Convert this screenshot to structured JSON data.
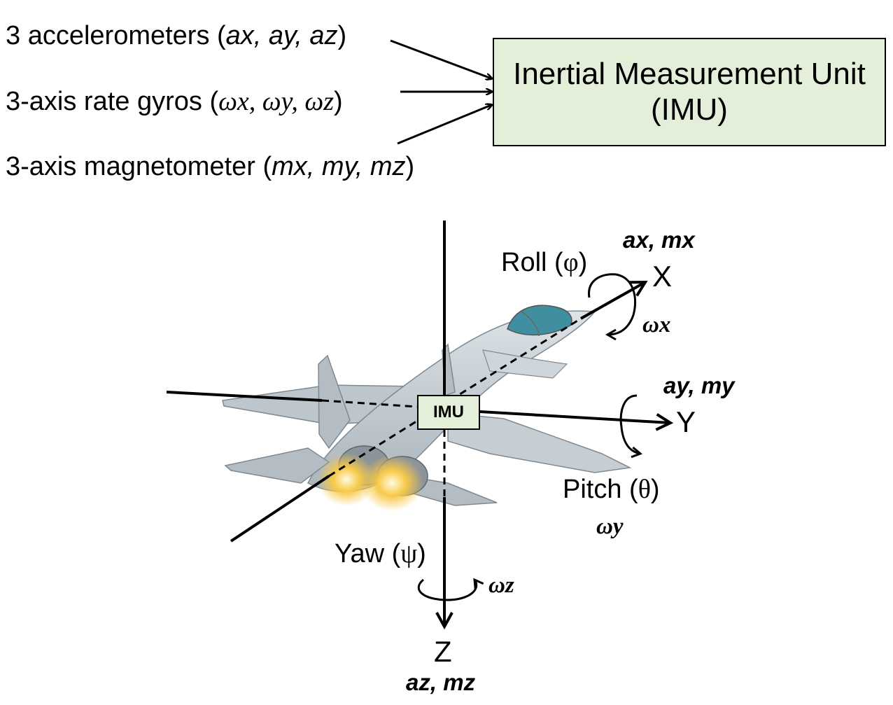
{
  "sensors": [
    {
      "prefix": "3 accelerometers (",
      "vars": "ax, ay, az",
      "suffix": ")"
    },
    {
      "prefix": "3-axis rate gyros (",
      "v1": "ωx, ",
      "v2": "ωy, ",
      "v3": "ωz",
      "suffix": ")"
    },
    {
      "prefix": "3-axis magnetometer (",
      "vars": "mx, my, mz",
      "suffix": ")"
    }
  ],
  "imu_box": {
    "line1": "Inertial Measurement Unit",
    "line2": "(IMU)"
  },
  "aircraft": {
    "imu_label": "IMU"
  },
  "axes": {
    "x": {
      "letter": "X",
      "sensors": "ax, mx",
      "rotation": "Roll (",
      "symbol": "φ",
      "close": ")",
      "rate": "ωx"
    },
    "y": {
      "letter": "Y",
      "sensors": "ay, my",
      "rotation": "Pitch (",
      "symbol": "θ",
      "close": ")",
      "rate": "ωy"
    },
    "z": {
      "letter": "Z",
      "sensors": "az, mz",
      "rotation": "Yaw (",
      "symbol": "ψ",
      "close": ")",
      "rate": "ωz"
    }
  },
  "colors": {
    "imu_fill": "#e3efd9",
    "aircraft_body": "#c9d2d8",
    "canopy": "#3f8fa0",
    "flame": "#f7c948"
  }
}
